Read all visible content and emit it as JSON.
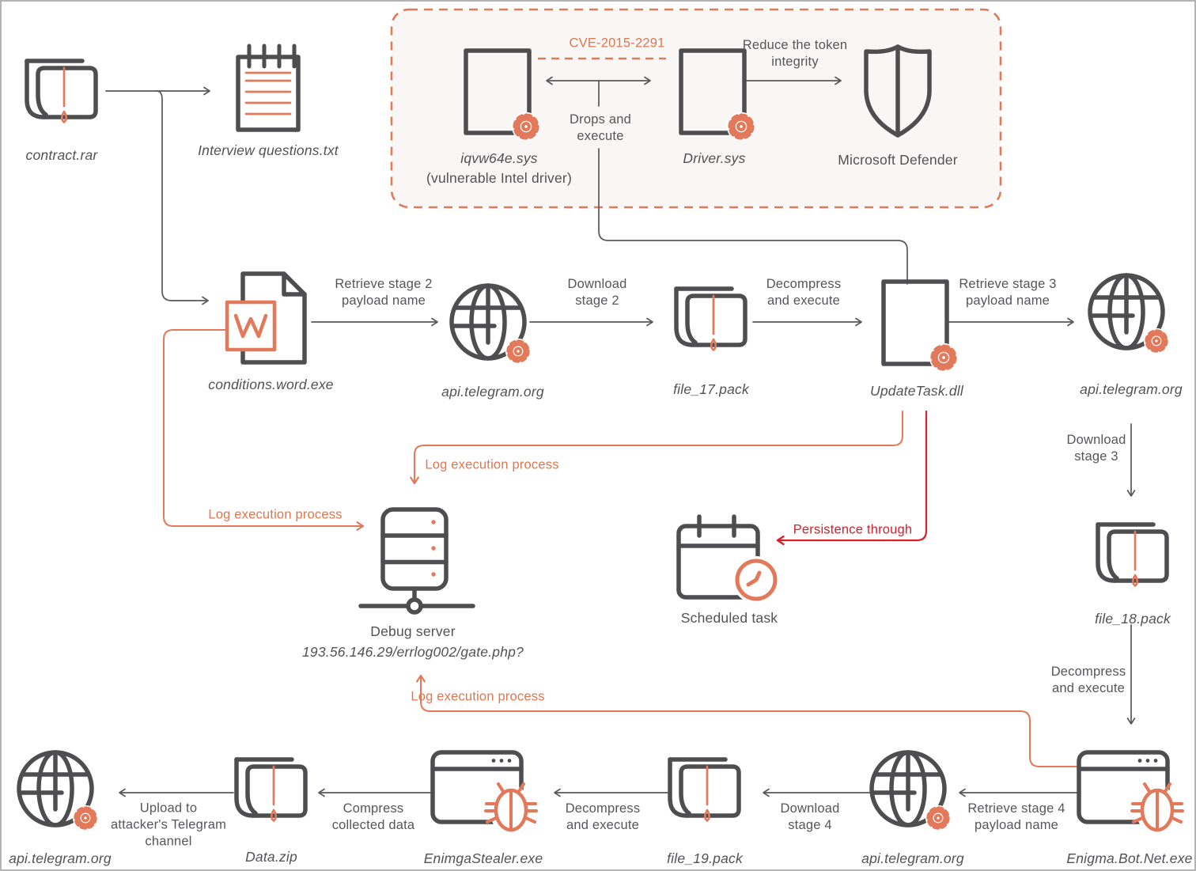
{
  "colors": {
    "accent_orange": "#E1795A",
    "label_orange": "#E0764F",
    "alert_red": "#D7212A",
    "icon_gray": "#4E4E50",
    "text_gray": "#515256",
    "dashed_box_fill": "#F8F7F6",
    "dashed_box_border": "#DD7B5B"
  },
  "nodes": [
    {
      "label": "contract.rar"
    },
    {
      "label": "Interview questions.txt"
    },
    {
      "label": "iqvw64e.sys",
      "sublabel": "(vulnerable Intel driver)"
    },
    {
      "label": "Driver.sys"
    },
    {
      "label": "Microsoft Defender"
    },
    {
      "label": "conditions.word.exe"
    },
    {
      "label": "api.telegram.org"
    },
    {
      "label": "file_17.pack"
    },
    {
      "label": "UpdateTask.dll"
    },
    {
      "label": "api.telegram.org"
    },
    {
      "label": "file_18.pack"
    },
    {
      "label": "Debug server",
      "sublabel": "193.56.146.29/errlog002/gate.php?"
    },
    {
      "label": "Scheduled task"
    },
    {
      "label": "Enigma.Bot.Net.exe"
    },
    {
      "label": "api.telegram.org"
    },
    {
      "label": "file_19.pack"
    },
    {
      "label": "EnimgaStealer.exe"
    },
    {
      "label": "Data.zip"
    },
    {
      "label": "api.telegram.org"
    }
  ],
  "edge_labels": [
    {
      "text": "CVE-2015-2291"
    },
    {
      "text": "Drops and\nexecute"
    },
    {
      "text": "Reduce the token\nintegrity"
    },
    {
      "text": "Retrieve stage 2\npayload name"
    },
    {
      "text": "Download\nstage 2"
    },
    {
      "text": "Decompress\nand execute"
    },
    {
      "text": "Retrieve stage 3\npayload name"
    },
    {
      "text": "Download\nstage 3"
    },
    {
      "text": "Decompress\nand execute"
    },
    {
      "text": "Retrieve stage 4\npayload name"
    },
    {
      "text": "Download\nstage 4"
    },
    {
      "text": "Decompress\nand execute"
    },
    {
      "text": "Compress\ncollected data"
    },
    {
      "text": "Upload to\nattacker's Telegram\nchannel"
    },
    {
      "text": "Log execution process"
    },
    {
      "text": "Log execution process"
    },
    {
      "text": "Log execution process"
    },
    {
      "text": "Persistence through"
    }
  ]
}
